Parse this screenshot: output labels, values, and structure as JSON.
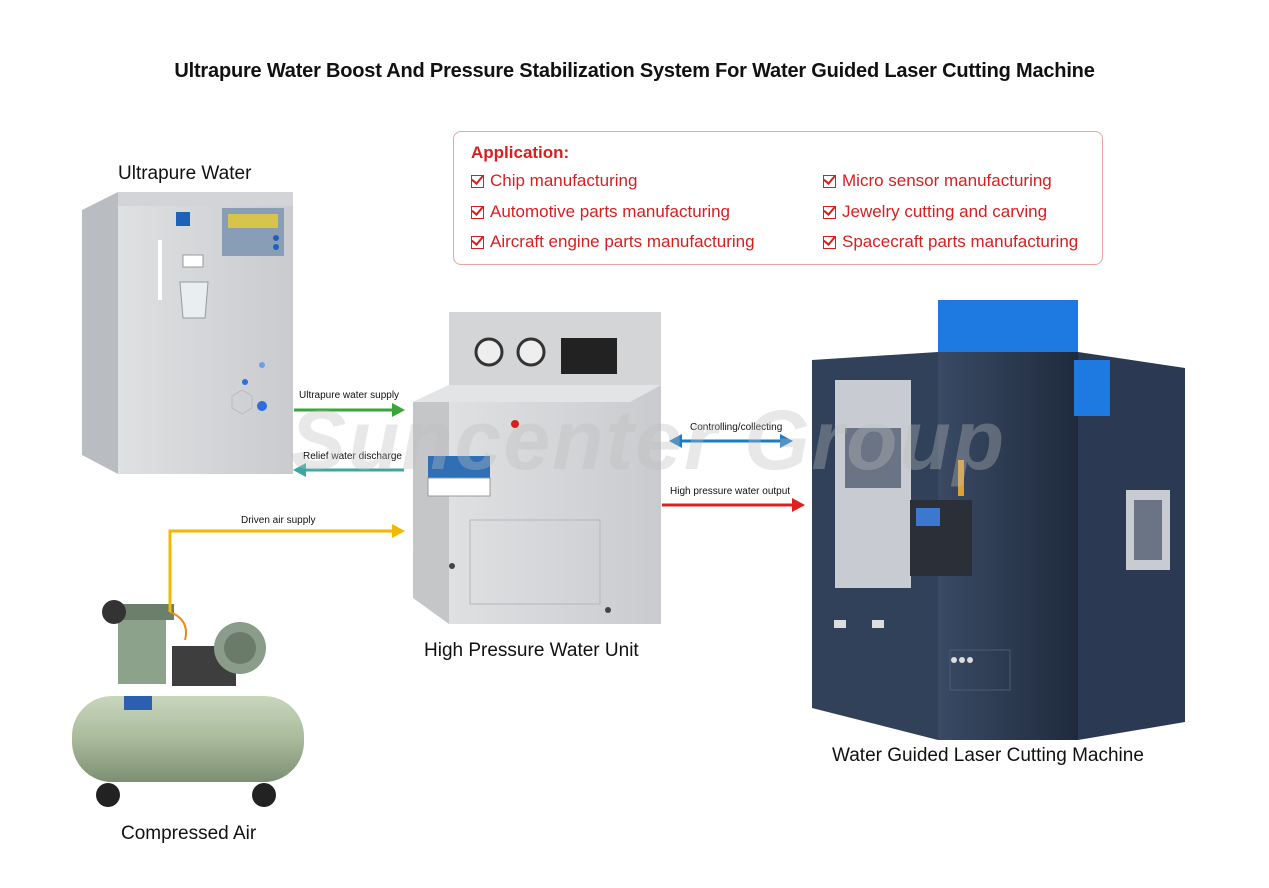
{
  "title": "Ultrapure Water Boost And Pressure Stabilization System For Water Guided Laser Cutting Machine",
  "application": {
    "heading": "Application:",
    "items": [
      "Chip manufacturing",
      "Automotive parts manufacturing",
      "Aircraft engine parts manufacturing",
      "Micro sensor manufacturing",
      "Jewelry cutting and carving",
      "Spacecraft parts manufacturing"
    ]
  },
  "components": {
    "ultrapure_water": "Ultrapure Water",
    "high_pressure_unit": "High Pressure Water Unit",
    "compressed_air": "Compressed Air",
    "laser_machine": "Water Guided Laser Cutting Machine"
  },
  "flows": {
    "ultrapure_supply": "Ultrapure water supply",
    "relief_discharge": "Relief water discharge",
    "driven_air": "Driven air supply",
    "controlling": "Controlling/collecting",
    "hp_output": "High pressure water output"
  },
  "watermark": "Suncenter Group",
  "colors": {
    "accent_red": "#d62020",
    "green_arrow": "#3aa53a",
    "teal_arrow": "#3aa8a0",
    "yellow_arrow": "#f5b800",
    "blue_arrow": "#1e7bc4",
    "red_arrow": "#e02020"
  }
}
